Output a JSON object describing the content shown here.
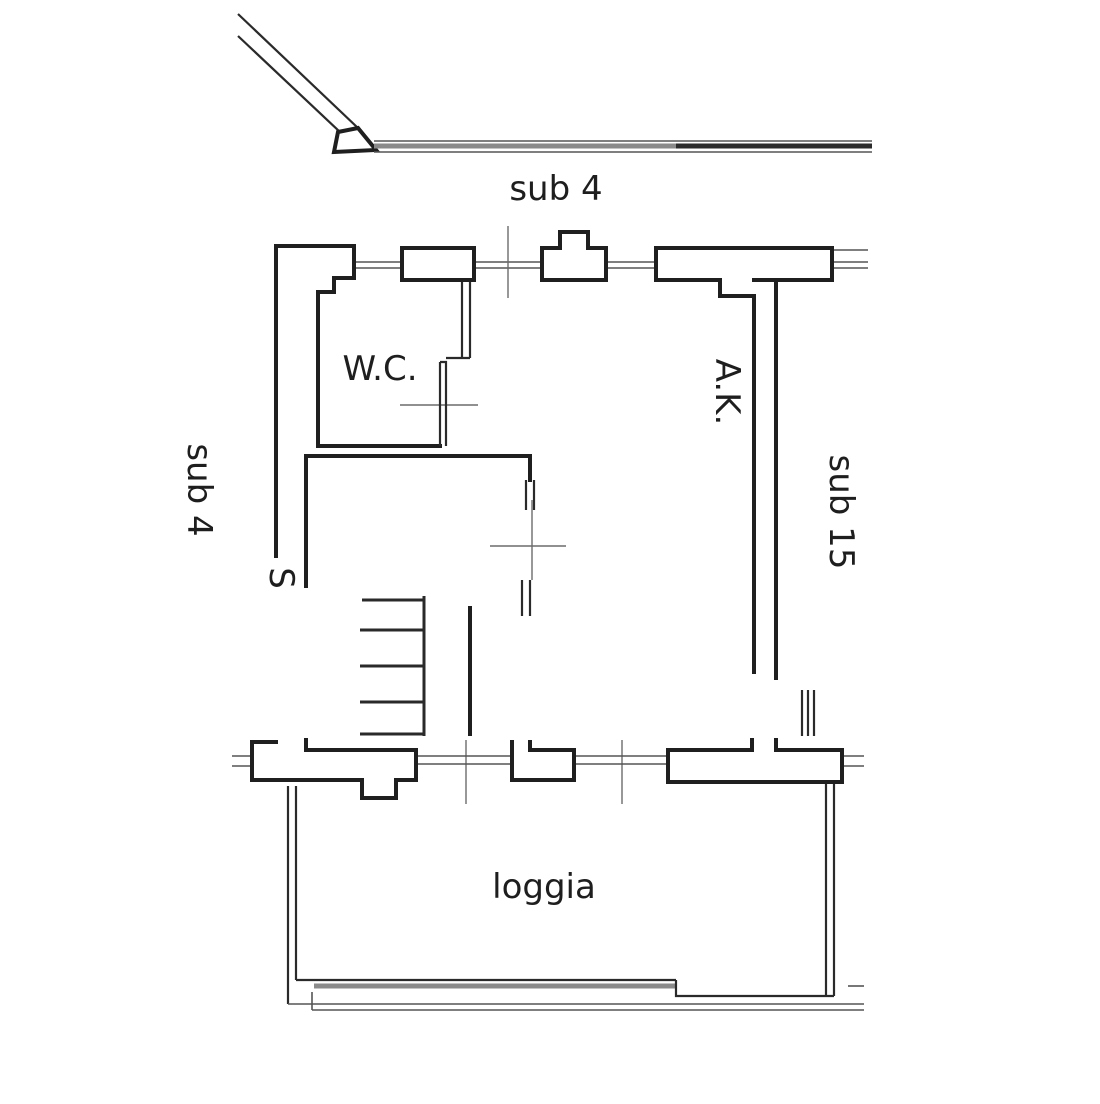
{
  "labels": {
    "sub_top": "sub 4",
    "sub_left": "sub 4",
    "sub_right": "sub 15",
    "wc": "W.C.",
    "ak": "A.K.",
    "loggia": "loggia",
    "mark_s": "S"
  },
  "colors": {
    "ink": "#1f1f1f",
    "paper": "#ffffff",
    "grey_line": "#8a8a8a"
  }
}
